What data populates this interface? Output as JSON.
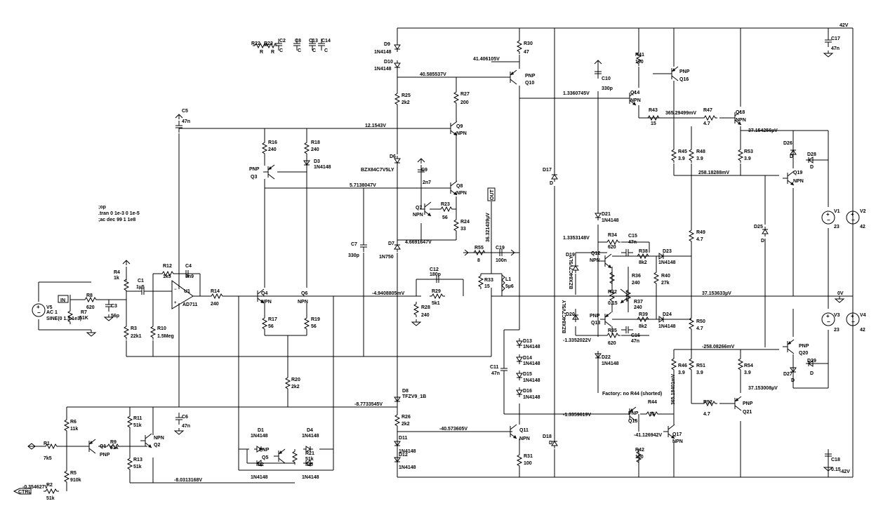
{
  "components": {
    "R1": {
      "name": "R1",
      "value": "7k5"
    },
    "R2": {
      "name": "R2",
      "value": "51k"
    },
    "R4": {
      "name": "R4",
      "value": "1k"
    },
    "R5": {
      "name": "R5",
      "value": "910k"
    },
    "R6": {
      "name": "R6",
      "value": "11k"
    },
    "R7": {
      "name": "R7",
      "value": "51K"
    },
    "R8": {
      "name": "R8",
      "value": "620"
    },
    "R9": {
      "name": "R9",
      "value": "51k"
    },
    "R10": {
      "name": "R10",
      "value": "1.5Meg"
    },
    "R11": {
      "name": "R11",
      "value": "51k"
    },
    "R12": {
      "name": "R12",
      "value": "1k5"
    },
    "R13": {
      "name": "R13",
      "value": "51k"
    },
    "R14": {
      "name": "R14",
      "value": "240"
    },
    "R3": {
      "name": "R3",
      "value": "22k1"
    },
    "R16": {
      "name": "R16",
      "value": "240"
    },
    "R17": {
      "name": "R17",
      "value": "56"
    },
    "R18": {
      "name": "R18",
      "value": "240"
    },
    "R19": {
      "name": "R19",
      "value": "56"
    },
    "R20": {
      "name": "R20",
      "value": "2k2"
    },
    "R21": {
      "name": "R21",
      "value": "51k"
    },
    "R23": {
      "name": "R23",
      "value": "56"
    },
    "R24": {
      "name": "R24",
      "value": "33"
    },
    "R25": {
      "name": "R25",
      "value": "2k2"
    },
    "R26": {
      "name": "R26",
      "value": "2k2"
    },
    "R27": {
      "name": "R27",
      "value": "200"
    },
    "R28": {
      "name": "R28",
      "value": "240"
    },
    "R29": {
      "name": "R29",
      "value": "5k1"
    },
    "R30": {
      "name": "R30",
      "value": "47"
    },
    "R31": {
      "name": "R31",
      "value": "100"
    },
    "R32": {
      "name": "R32",
      "value": "0.15"
    },
    "R33": {
      "name": "R33",
      "value": "15"
    },
    "R34": {
      "name": "R34",
      "value": "620"
    },
    "R35": {
      "name": "R35",
      "value": "620"
    },
    "R36": {
      "name": "R36",
      "value": "240"
    },
    "R37": {
      "name": "R37",
      "value": "240"
    },
    "R38": {
      "name": "R38",
      "value": "8k2"
    },
    "R39": {
      "name": "R39",
      "value": "8k2"
    },
    "R40": {
      "name": "R40",
      "value": "27k"
    },
    "R41": {
      "name": "R41",
      "value": "100"
    },
    "R42": {
      "name": "R42",
      "value": "100"
    },
    "R43": {
      "name": "R43",
      "value": "15"
    },
    "R44": {
      "name": "R44",
      "value": "15"
    },
    "R45": {
      "name": "R45",
      "value": "3.9"
    },
    "R46": {
      "name": "R46",
      "value": "3.9"
    },
    "R47": {
      "name": "R47",
      "value": "4.7"
    },
    "R48": {
      "name": "R48",
      "value": "3.9"
    },
    "R49": {
      "name": "R49",
      "value": "4.7"
    },
    "R50": {
      "name": "R50",
      "value": "4.7"
    },
    "R51": {
      "name": "R51",
      "value": "3.9"
    },
    "R52": {
      "name": "R52",
      "value": "4.7"
    },
    "R53": {
      "name": "R53",
      "value": "3.9"
    },
    "R54": {
      "name": "R54",
      "value": "3.9"
    },
    "R55": {
      "name": "R55",
      "value": "8"
    },
    "C1": {
      "name": "C1",
      "value": "1µ5"
    },
    "C3": {
      "name": "C3",
      "value": "56p"
    },
    "C4": {
      "name": "C4",
      "value": "3n9"
    },
    "C5": {
      "name": "C5",
      "value": "47n"
    },
    "C6": {
      "name": "C6",
      "value": "47n"
    },
    "C7": {
      "name": "C7",
      "value": "330p"
    },
    "C9": {
      "name": "C9",
      "value": "2n7"
    },
    "C10": {
      "name": "C10",
      "value": "330p"
    },
    "C11": {
      "name": "C11",
      "value": "47n"
    },
    "C12": {
      "name": "C12",
      "value": "180p"
    },
    "C15": {
      "name": "C15",
      "value": "47n"
    },
    "C16": {
      "name": "C16",
      "value": "47n"
    },
    "C17": {
      "name": "C17",
      "value": "47n"
    },
    "C18": {
      "name": "C18",
      "value": "0.15"
    },
    "C19": {
      "name": "C19",
      "value": "100n"
    },
    "L1": {
      "name": "L1",
      "value": "5µ6"
    },
    "U1": {
      "name": "U1",
      "value": "AD711"
    },
    "V1": {
      "name": "V1",
      "value": "23"
    },
    "V2": {
      "name": "V2",
      "value": "42"
    },
    "V3": {
      "name": "V3",
      "value": "23"
    },
    "V4": {
      "name": "V4",
      "value": "42"
    },
    "V5": {
      "name": "V5",
      "value": "AC 1",
      "value2": "SINE(0 1.5 1e3)"
    },
    "Q1": {
      "name": "Q1",
      "type": "PNP"
    },
    "Q2": {
      "name": "Q2",
      "type": "NPN"
    },
    "Q3": {
      "name": "Q3",
      "type": "PNP"
    },
    "Q4": {
      "name": "Q4",
      "type": "NPN"
    },
    "Q5": {
      "name": "Q5",
      "type": "PNP"
    },
    "Q6": {
      "name": "Q6",
      "type": "NPN"
    },
    "Q7": {
      "name": "Q7",
      "type": "NPN"
    },
    "Q8": {
      "name": "Q8",
      "type": "NPN"
    },
    "Q9": {
      "name": "Q9",
      "type": "NPN"
    },
    "Q10": {
      "name": "Q10",
      "type": "PNP"
    },
    "Q11": {
      "name": "Q11",
      "type": "NPN"
    },
    "Q12": {
      "name": "Q12",
      "type": "NPN"
    },
    "Q13": {
      "name": "Q13",
      "type": "PNP"
    },
    "Q14": {
      "name": "Q14",
      "type": "NPN"
    },
    "Q15": {
      "name": "Q15",
      "type": "PNP"
    },
    "Q16": {
      "name": "Q16",
      "type": "PNP"
    },
    "Q17": {
      "name": "Q17",
      "type": "NPN"
    },
    "Q18": {
      "name": "Q18",
      "type": "NPN"
    },
    "Q19": {
      "name": "Q19",
      "type": "NPN"
    },
    "Q20": {
      "name": "Q20",
      "type": "PNP"
    },
    "Q21": {
      "name": "Q21",
      "type": "PNP"
    },
    "D1": {
      "name": "D1",
      "value": "1N4148"
    },
    "D2": {
      "name": "D2",
      "value": "1N4148"
    },
    "D3": {
      "name": "D3",
      "value": "1N4148"
    },
    "D4": {
      "name": "D4",
      "value": "1N4148"
    },
    "D5": {
      "name": "D5",
      "value": "1N4148"
    },
    "D6": {
      "name": "D6",
      "value": "BZX84C7V5LY"
    },
    "D7": {
      "name": "D7",
      "value": "1N750"
    },
    "D8": {
      "name": "D8",
      "value": "TFZV9_1B"
    },
    "D9": {
      "name": "D9",
      "value": "1N4148"
    },
    "D10": {
      "name": "D10",
      "value": "1N4148"
    },
    "D11": {
      "name": "D11",
      "value": "1N4148"
    },
    "D12": {
      "name": "D12",
      "value": "1N4148"
    },
    "D13": {
      "name": "D13",
      "value": "1N4148"
    },
    "D14": {
      "name": "D14",
      "value": "1N4148"
    },
    "D15": {
      "name": "D15",
      "value": "1N4148"
    },
    "D16": {
      "name": "D16",
      "value": "1N4148"
    },
    "D17": {
      "name": "D17",
      "value": "D"
    },
    "D18": {
      "name": "D18",
      "value": "D"
    },
    "D19": {
      "name": "D19",
      "value": "BZX84C7V5LY"
    },
    "D20": {
      "name": "D20",
      "value": "BZX84C7V5LY"
    },
    "D21": {
      "name": "D21",
      "value": "1N4148"
    },
    "D22": {
      "name": "D22",
      "value": "1N4148"
    },
    "D23": {
      "name": "D23",
      "value": "1N4148"
    },
    "D24": {
      "name": "D24",
      "value": "1N4148"
    },
    "D25": {
      "name": "D25",
      "value": "D"
    },
    "D26": {
      "name": "D26",
      "value": "D"
    },
    "D27": {
      "name": "D27",
      "value": "D"
    },
    "D28": {
      "name": "D28",
      "value": "D"
    },
    "D29": {
      "name": "D29",
      "value": "D"
    }
  },
  "unplaced": {
    "r22": "R22",
    "r23b": "R23",
    "r_a": "R",
    "r_b": "R",
    "c2": "C2",
    "c8": "C8",
    "c13": "C13",
    "c14": "C14",
    "c_a": "C",
    "c_b": "C",
    "c_c": "C",
    "c_d": "C"
  },
  "directives": {
    "op": ";op",
    "tran": ".tran 0 1e-3 0 1e-5",
    "ac": ";ac dec 99 1 1e8"
  },
  "note": "Factory: no R44 (shorted)",
  "ports": {
    "in": "IN",
    "out": "OUT",
    "ctrl": "CTRL"
  },
  "supply": {
    "pos": "42V",
    "neg": "-42V",
    "gnd": "0V"
  },
  "node_voltages": {
    "v1": "41.406105V",
    "v2": "40.585537V",
    "v3": "12.1543V",
    "v4": "5.7138047V",
    "v5": "4.6691647V",
    "v6": "-4.9408805mV",
    "v7": "-8.7733545V",
    "v8": "-8.0313168V",
    "v9": "-0.354627V",
    "v10": "-40.573605V",
    "v11": "1.3360745V",
    "v12": "365.29499mV",
    "v13": "37.154256µV",
    "v14": "258.18288mV",
    "v15": "1.3353148V",
    "v16": "37.153633µV",
    "v17": "-1.3352022V",
    "v18": "-258.08266mV",
    "v19": "37.153008µV",
    "v20": "-1.3359619V",
    "v21": "-41.126942V",
    "v22": "365.18401mV",
    "v23": "36.321439µV"
  }
}
